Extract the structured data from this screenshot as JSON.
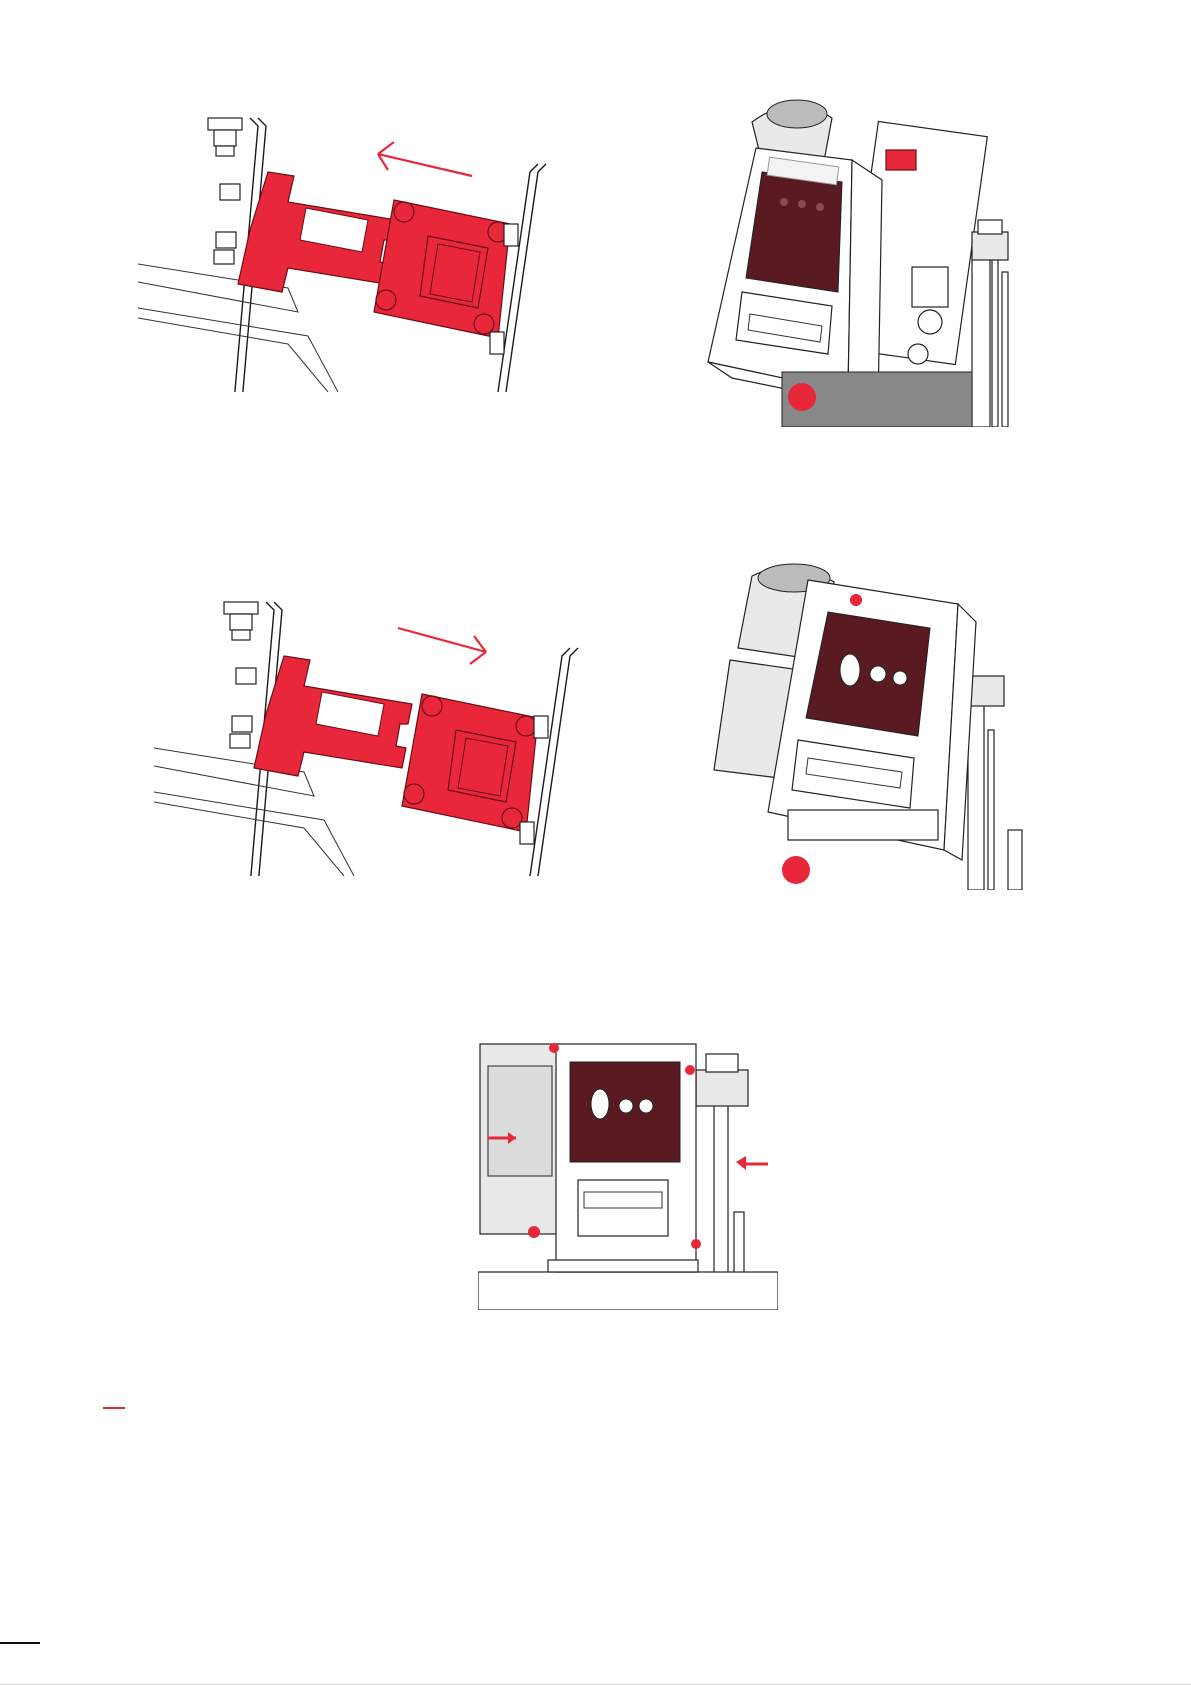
{
  "page": {
    "background": "#ffffff",
    "accent_color": "#e8283a",
    "panel_color": "#5a1a22"
  },
  "figures": [
    {
      "id": "fig-1",
      "icon": "safety-switch-diagram-disengage",
      "arrow_direction": "left"
    },
    {
      "id": "fig-2",
      "icon": "control-box-open-photo"
    },
    {
      "id": "fig-3",
      "icon": "safety-switch-diagram-engage",
      "arrow_direction": "right"
    },
    {
      "id": "fig-4",
      "icon": "control-box-closed-photo"
    },
    {
      "id": "fig-5",
      "icon": "control-box-mounted-photo"
    }
  ]
}
